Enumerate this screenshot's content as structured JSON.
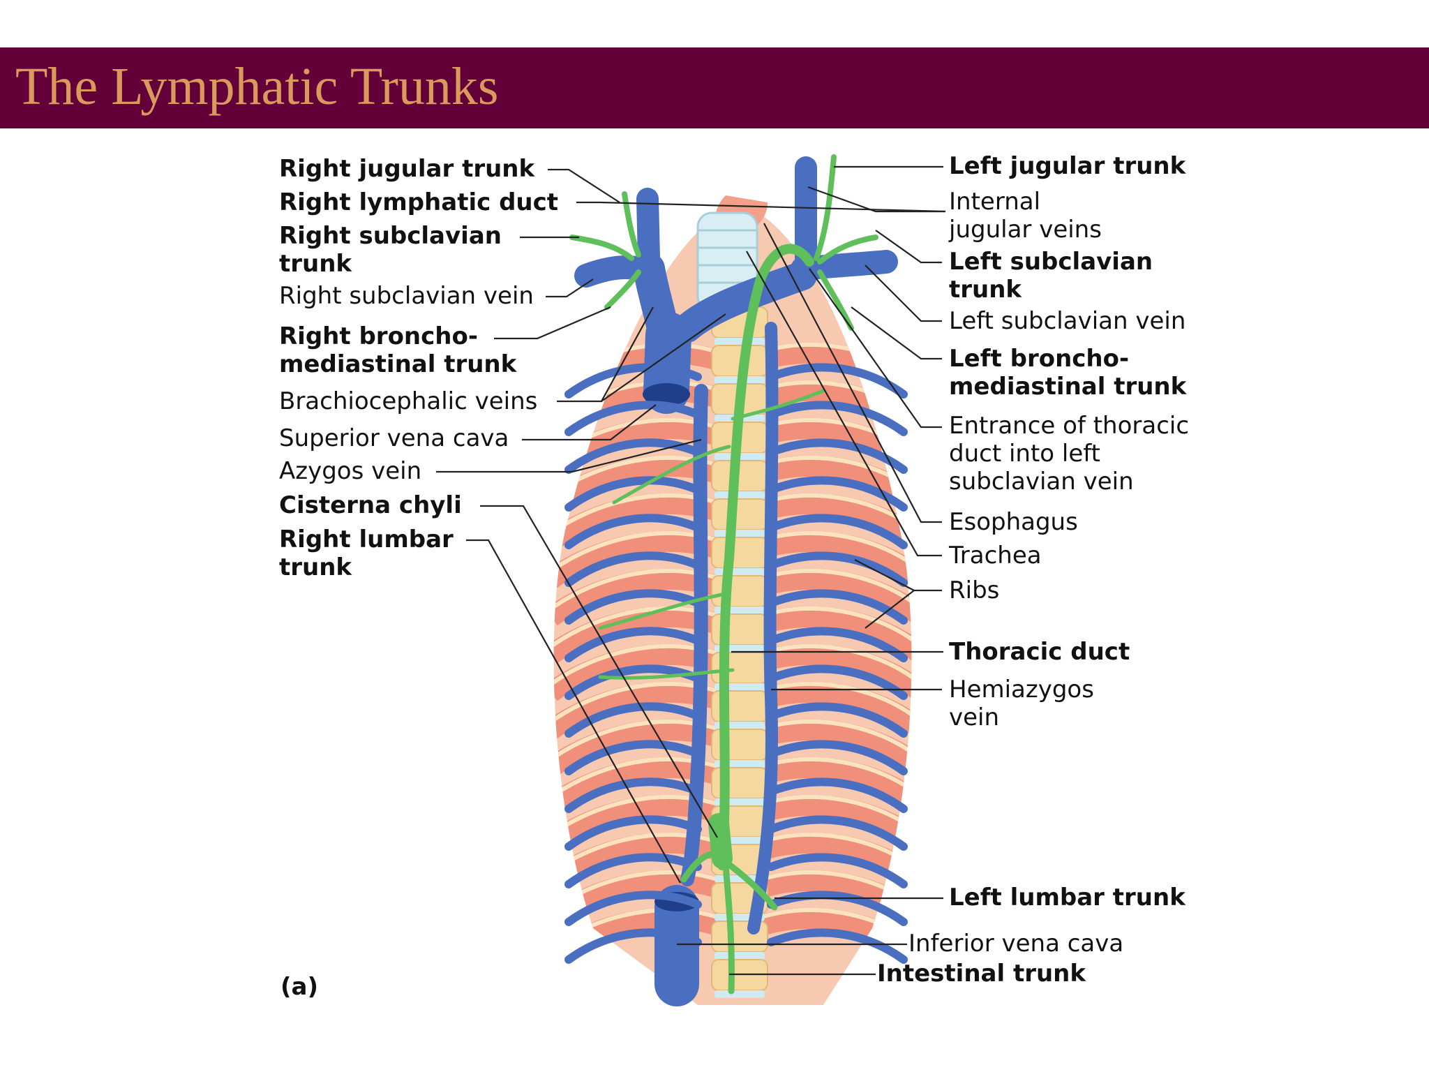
{
  "title": "The Lymphatic Trunks",
  "panel_label": "(a)",
  "colors": {
    "title_bar": "#63003a",
    "title_text": "#d99a5c",
    "vein": "#4a6fc0",
    "lymph": "#5fbf5a",
    "rib": "#f0907a",
    "vertebra": "#f5d8a0"
  },
  "labels_left": [
    {
      "id": "right-jugular-trunk",
      "lines": [
        "Right jugular trunk"
      ],
      "bold": true
    },
    {
      "id": "right-lymphatic-duct",
      "lines": [
        "Right lymphatic duct"
      ],
      "bold": true
    },
    {
      "id": "right-subclavian-trunk",
      "lines": [
        "Right subclavian",
        "trunk"
      ],
      "bold": true
    },
    {
      "id": "right-subclavian-vein",
      "lines": [
        "Right subclavian vein"
      ],
      "bold": false
    },
    {
      "id": "right-bronchomediastinal-trunk",
      "lines": [
        "Right broncho-",
        "mediastinal trunk"
      ],
      "bold": true
    },
    {
      "id": "brachiocephalic-veins",
      "lines": [
        "Brachiocephalic veins"
      ],
      "bold": false
    },
    {
      "id": "superior-vena-cava",
      "lines": [
        "Superior vena cava"
      ],
      "bold": false
    },
    {
      "id": "azygos-vein",
      "lines": [
        "Azygos vein"
      ],
      "bold": false
    },
    {
      "id": "cisterna-chyli",
      "lines": [
        "Cisterna chyli"
      ],
      "bold": true
    },
    {
      "id": "right-lumbar-trunk",
      "lines": [
        "Right lumbar",
        "trunk"
      ],
      "bold": true
    }
  ],
  "labels_right": [
    {
      "id": "left-jugular-trunk",
      "lines": [
        "Left jugular trunk"
      ],
      "bold": true
    },
    {
      "id": "internal-jugular-veins",
      "lines": [
        "Internal",
        "jugular veins"
      ],
      "bold": false
    },
    {
      "id": "left-subclavian-trunk",
      "lines": [
        "Left subclavian",
        "trunk"
      ],
      "bold": true
    },
    {
      "id": "left-subclavian-vein",
      "lines": [
        "Left subclavian vein"
      ],
      "bold": false
    },
    {
      "id": "left-bronchomediastinal-trunk",
      "lines": [
        "Left broncho-",
        "mediastinal trunk"
      ],
      "bold": true
    },
    {
      "id": "entrance-thoracic-duct",
      "lines": [
        "Entrance of thoracic",
        "duct into left",
        "subclavian vein"
      ],
      "bold": false
    },
    {
      "id": "esophagus",
      "lines": [
        "Esophagus"
      ],
      "bold": false
    },
    {
      "id": "trachea",
      "lines": [
        "Trachea"
      ],
      "bold": false
    },
    {
      "id": "ribs",
      "lines": [
        "Ribs"
      ],
      "bold": false
    },
    {
      "id": "thoracic-duct",
      "lines": [
        "Thoracic duct"
      ],
      "bold": true
    },
    {
      "id": "hemiazygos-vein",
      "lines": [
        "Hemiazygos",
        "vein"
      ],
      "bold": false
    },
    {
      "id": "left-lumbar-trunk",
      "lines": [
        "Left lumbar trunk"
      ],
      "bold": true
    }
  ],
  "labels_bottom": [
    {
      "id": "inferior-vena-cava",
      "lines": [
        "Inferior vena cava"
      ],
      "bold": false
    },
    {
      "id": "intestinal-trunk",
      "lines": [
        "Intestinal trunk"
      ],
      "bold": true
    }
  ]
}
